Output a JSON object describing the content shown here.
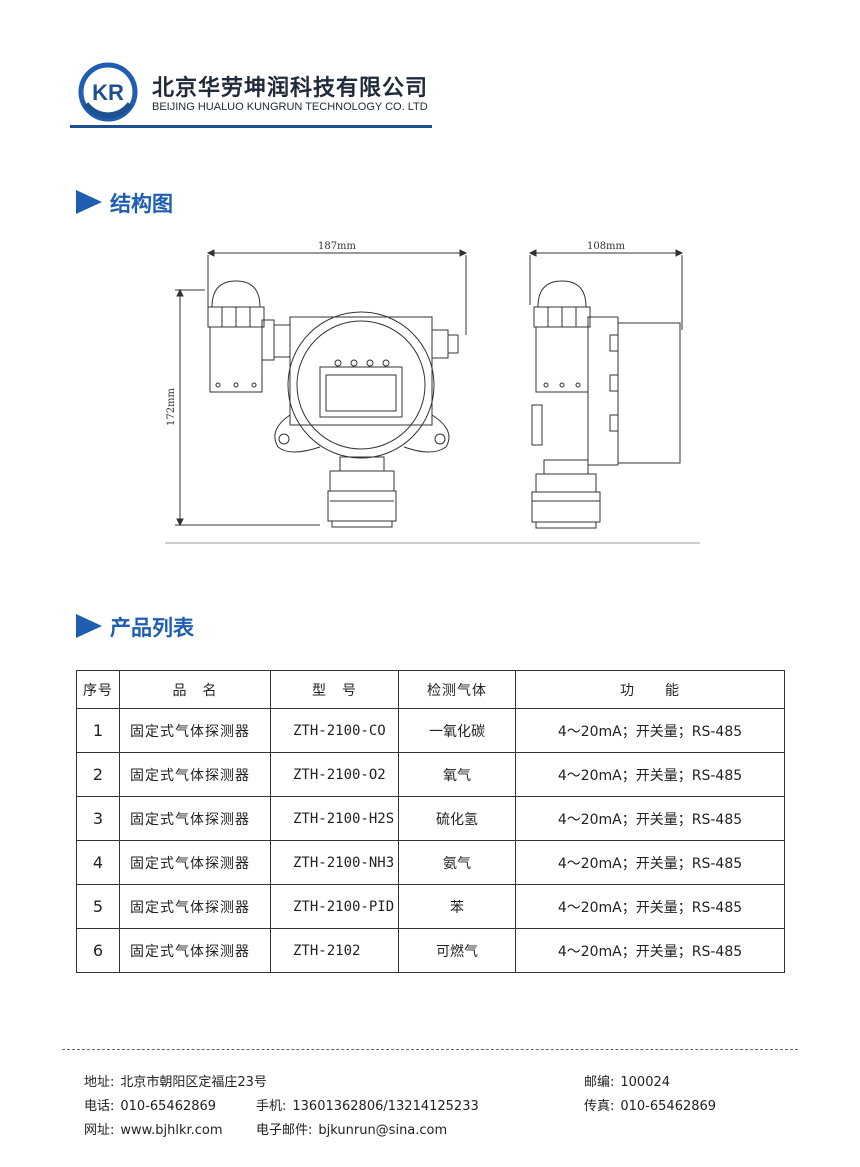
{
  "header": {
    "company_cn": "北京华劳坤润科技有限公司",
    "company_en": "BEIJING HUALUO KUNGRUN TECHNOLOGY CO. LTD",
    "logo_text": "KR",
    "brand_color": "#1e4f8f"
  },
  "structure": {
    "title": "结构图",
    "width_front": "187mm",
    "width_side": "108mm",
    "height": "172mm"
  },
  "products": {
    "title": "产品列表",
    "headers": [
      "序号",
      "品　名",
      "型　号",
      "检测气体",
      "功　　能"
    ],
    "rows": [
      [
        "1",
        "固定式气体探测器",
        "ZTH-2100-CO",
        "一氧化碳",
        "4～20mA；开关量；RS-485"
      ],
      [
        "2",
        "固定式气体探测器",
        "ZTH-2100-O2",
        "氧气",
        "4～20mA；开关量；RS-485"
      ],
      [
        "3",
        "固定式气体探测器",
        "ZTH-2100-H2S",
        "硫化氢",
        "4～20mA；开关量；RS-485"
      ],
      [
        "4",
        "固定式气体探测器",
        "ZTH-2100-NH3",
        "氨气",
        "4～20mA；开关量；RS-485"
      ],
      [
        "5",
        "固定式气体探测器",
        "ZTH-2100-PID",
        "苯",
        "4～20mA；开关量；RS-485"
      ],
      [
        "6",
        "固定式气体探测器",
        "ZTH-2102",
        "可燃气",
        "4～20mA；开关量；RS-485"
      ]
    ]
  },
  "footer": {
    "address_label": "地址:",
    "address": "北京市朝阳区定福庄23号",
    "postcode_label": "邮编:",
    "postcode": "100024",
    "phone_label": "电话:",
    "phone": "010-65462869",
    "mobile_label": "手机:",
    "mobile": "13601362806/13214125233",
    "fax_label": "传真:",
    "fax": "010-65462869",
    "web_label": "网址:",
    "web": "www.bjhlkr.com",
    "email_label": "电子邮件:",
    "email": "bjkunrun@sina.com"
  },
  "accent_color": "#1e5db0"
}
